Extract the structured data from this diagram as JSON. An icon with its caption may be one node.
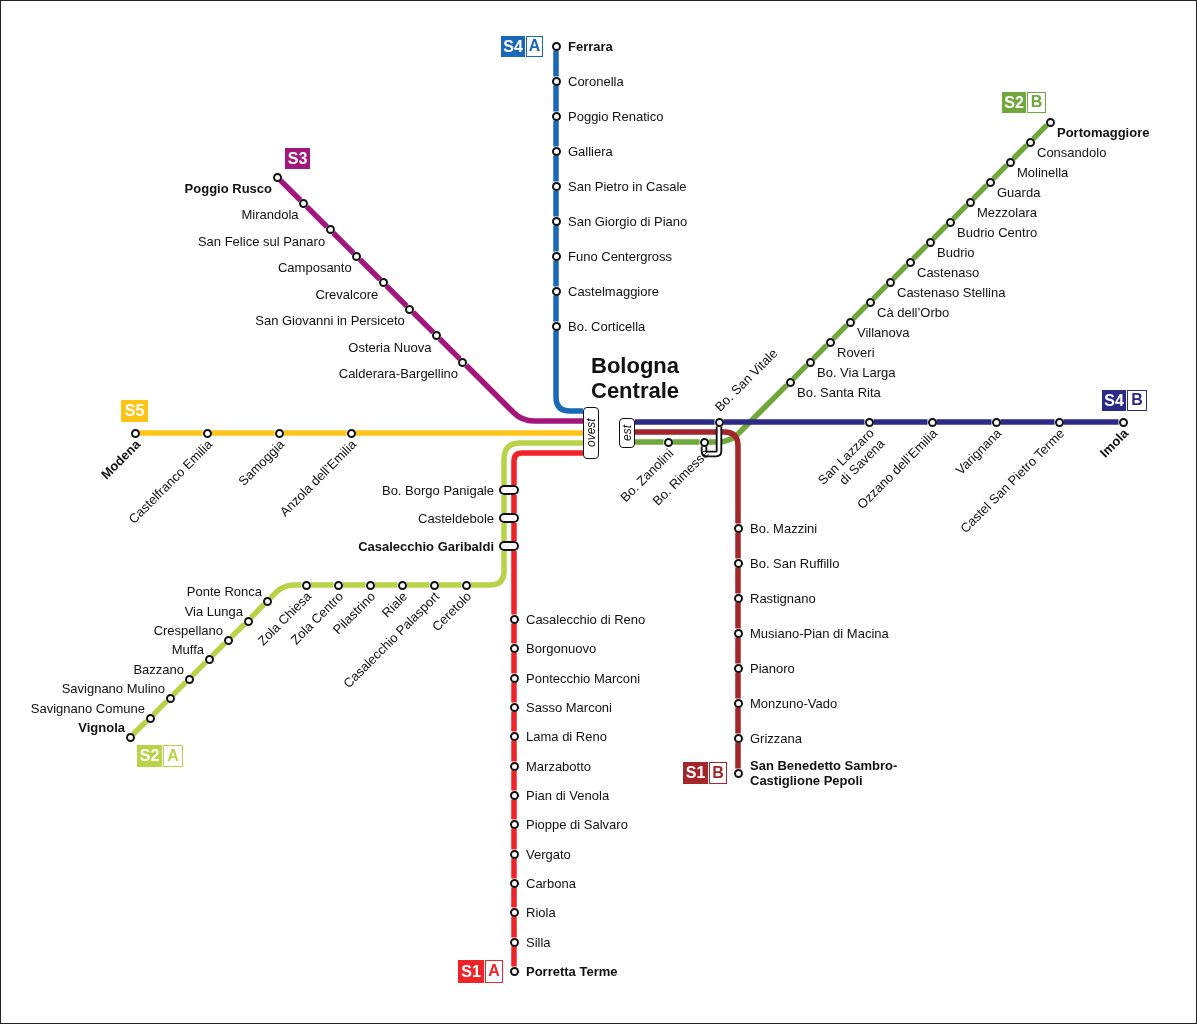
{
  "diagram": {
    "nodes": [
      {
        "text": [
          "S4"
        ]
      },
      {
        "text": [
          "A"
        ]
      },
      {
        "text": [],
        "shape": "circle",
        "beside": [
          "Ferrara"
        ]
      },
      {
        "text": [],
        "shape": "circle",
        "beside": [
          "Coronella"
        ]
      },
      {
        "text": [],
        "shape": "circle",
        "beside": [
          "Poggio Renatico"
        ]
      },
      {
        "text": [],
        "shape": "circle",
        "beside": [
          "Galliera"
        ]
      },
      {
        "text": [],
        "shape": "circle",
        "beside": [
          "San Pietro in Casale"
        ]
      },
      {
        "text": [],
        "shape": "circle",
        "beside": [
          "San Giorgio di Piano"
        ]
      },
      {
        "text": [],
        "shape": "circle",
        "beside": [
          "Funo Centergross"
        ]
      },
      {
        "text": [],
        "shape": "circle",
        "beside": [
          "Castelmaggiore"
        ]
      },
      {
        "text": [],
        "shape": "circle",
        "beside": [
          "Bo. Corticella"
        ]
      },
      {
        "text": [
          "S2"
        ]
      },
      {
        "text": [
          "B"
        ]
      },
      {
        "text": [],
        "shape": "circle",
        "beside": [
          "Portomaggiore"
        ]
      },
      {
        "text": [],
        "shape": "circle",
        "beside": [
          "Consandolo"
        ]
      },
      {
        "text": [],
        "shape": "circle",
        "beside": [
          "Molinella"
        ]
      },
      {
        "text": [],
        "shape": "circle",
        "beside": [
          "Guarda"
        ]
      },
      {
        "text": [],
        "shape": "circle",
        "beside": [
          "Mezzolara"
        ]
      },
      {
        "text": [],
        "shape": "circle",
        "beside": [
          "Budrio Centro"
        ]
      },
      {
        "text": [],
        "shape": "circle",
        "beside": [
          "Budrio"
        ]
      },
      {
        "text": [],
        "shape": "circle",
        "beside": [
          "Castenaso"
        ]
      },
      {
        "text": [],
        "shape": "circle",
        "beside": [
          "Castenaso Stellina"
        ]
      },
      {
        "text": [],
        "shape": "circle",
        "beside": [
          "Cà dell’Orbo"
        ]
      },
      {
        "text": [],
        "shape": "circle",
        "beside": [
          "Villanova"
        ]
      },
      {
        "text": [],
        "shape": "circle",
        "beside": [
          "Roveri"
        ]
      },
      {
        "text": [],
        "shape": "circle",
        "beside": [
          "Bo. Via Larga"
        ]
      },
      {
        "text": [],
        "shape": "circle",
        "beside": [
          "Bo. Santa Rita"
        ]
      },
      {
        "text": [
          "S3"
        ]
      },
      {
        "text": [],
        "shape": "circle",
        "beside": [
          "Poggio Rusco"
        ]
      },
      {
        "text": [],
        "shape": "circle",
        "beside": [
          "Mirandola"
        ]
      },
      {
        "text": [],
        "shape": "circle",
        "beside": [
          "San Felice sul Panaro"
        ]
      },
      {
        "text": [],
        "shape": "circle",
        "beside": [
          "Camposanto"
        ]
      },
      {
        "text": [],
        "shape": "circle",
        "beside": [
          "Crevalcore"
        ]
      },
      {
        "text": [],
        "shape": "circle",
        "beside": [
          "San Giovanni in Persiceto"
        ]
      },
      {
        "text": [],
        "shape": "circle",
        "beside": [
          "Osteria Nuova"
        ]
      },
      {
        "text": [],
        "shape": "circle",
        "beside": [
          "Calderara-Bargellino"
        ]
      },
      {
        "text": [
          "ovest"
        ]
      },
      {
        "text": [
          "est"
        ]
      },
      {
        "text": [
          "S5"
        ]
      },
      {
        "text": [],
        "shape": "circle",
        "beside": [
          "Modena"
        ]
      },
      {
        "text": [],
        "shape": "circle",
        "beside": [
          "Castelfranco Emilia"
        ]
      },
      {
        "text": [],
        "shape": "circle",
        "beside": [
          "Samoggia"
        ]
      },
      {
        "text": [],
        "shape": "circle",
        "beside": [
          "Anzola dell’Emilia"
        ]
      },
      {
        "text": [],
        "shape": "box",
        "beside": [
          "Bo. Borgo Panigale"
        ]
      },
      {
        "text": [],
        "shape": "box",
        "beside": [
          "Casteldebole"
        ]
      },
      {
        "text": [],
        "shape": "box",
        "beside": [
          "Casalecchio Garibaldi"
        ]
      },
      {
        "text": [],
        "shape": "circle",
        "beside": [
          "Bo. San Vitale"
        ]
      },
      {
        "text": [],
        "shape": "circle",
        "beside": [
          "San Lazzaro di Savena"
        ]
      },
      {
        "text": [],
        "shape": "circle",
        "beside": [
          "Ozzano dell’Emilia"
        ]
      },
      {
        "text": [],
        "shape": "circle",
        "beside": [
          "Varignana"
        ]
      },
      {
        "text": [],
        "shape": "circle",
        "beside": [
          "Castel San Pietro Terme"
        ]
      },
      {
        "text": [],
        "shape": "circle",
        "beside": [
          "Imola"
        ]
      },
      {
        "text": [
          "S4"
        ]
      },
      {
        "text": [
          "B"
        ]
      },
      {
        "text": [],
        "shape": "circle",
        "beside": [
          "Bo. Zanolini"
        ]
      },
      {
        "text": [],
        "shape": "circle",
        "beside": [
          "Bo. Rimesse"
        ]
      },
      {
        "text": [],
        "shape": "circle",
        "beside": [
          "Bo. Mazzini"
        ]
      },
      {
        "text": [],
        "shape": "circle",
        "beside": [
          "Bo. San Ruffillo"
        ]
      },
      {
        "text": [],
        "shape": "circle",
        "beside": [
          "Rastignano"
        ]
      },
      {
        "text": [],
        "shape": "circle",
        "beside": [
          "Musiano-Pian di Macina"
        ]
      },
      {
        "text": [],
        "shape": "circle",
        "beside": [
          "Pianoro"
        ]
      },
      {
        "text": [],
        "shape": "circle",
        "beside": [
          "Monzuno-Vado"
        ]
      },
      {
        "text": [],
        "shape": "circle",
        "beside": [
          "Grizzana"
        ]
      },
      {
        "text": [],
        "shape": "circle",
        "beside": [
          "San Benedetto Sambro-Castiglione Pepoli"
        ]
      },
      {
        "text": [
          "S1"
        ]
      },
      {
        "text": [
          "B"
        ]
      },
      {
        "text": [],
        "shape": "circle",
        "beside": [
          "Ceretolo"
        ]
      },
      {
        "text": [],
        "shape": "circle",
        "beside": [
          "Casalecchio Palasport"
        ]
      },
      {
        "text": [],
        "shape": "circle",
        "beside": [
          "Riale"
        ]
      },
      {
        "text": [],
        "shape": "circle",
        "beside": [
          "Pilastrino"
        ]
      },
      {
        "text": [],
        "shape": "circle",
        "beside": [
          "Zola Centro"
        ]
      },
      {
        "text": [],
        "shape": "circle",
        "beside": [
          "Zola Chiesa"
        ]
      },
      {
        "text": [],
        "shape": "circle",
        "beside": [
          "Ponte Ronca"
        ]
      },
      {
        "text": [],
        "shape": "circle",
        "beside": [
          "Via Lunga"
        ]
      },
      {
        "text": [],
        "shape": "circle",
        "beside": [
          "Crespellano"
        ]
      },
      {
        "text": [],
        "shape": "circle",
        "beside": [
          "Muffa"
        ]
      },
      {
        "text": [],
        "shape": "circle",
        "beside": [
          "Bazzano"
        ]
      },
      {
        "text": [],
        "shape": "circle",
        "beside": [
          "Savignano Mulino"
        ]
      },
      {
        "text": [],
        "shape": "circle",
        "beside": [
          "Savignano Comune"
        ]
      },
      {
        "text": [],
        "shape": "circle",
        "beside": [
          "Vignola"
        ]
      },
      {
        "text": [
          "S2"
        ]
      },
      {
        "text": [
          "A"
        ]
      },
      {
        "text": [],
        "shape": "circle",
        "beside": [
          "Casalecchio di Reno"
        ]
      },
      {
        "text": [],
        "shape": "circle",
        "beside": [
          "Borgonuovo"
        ]
      },
      {
        "text": [],
        "shape": "circle",
        "beside": [
          "Pontecchio Marconi"
        ]
      },
      {
        "text": [],
        "shape": "circle",
        "beside": [
          "Sasso Marconi"
        ]
      },
      {
        "text": [],
        "shape": "circle",
        "beside": [
          "Lama di Reno"
        ]
      },
      {
        "text": [],
        "shape": "circle",
        "beside": [
          "Marzabotto"
        ]
      },
      {
        "text": [],
        "shape": "circle",
        "beside": [
          "Pian di Venola"
        ]
      },
      {
        "text": [],
        "shape": "circle",
        "beside": [
          "Pioppe di Salvaro"
        ]
      },
      {
        "text": [],
        "shape": "circle",
        "beside": [
          "Vergato"
        ]
      },
      {
        "text": [],
        "shape": "circle",
        "beside": [
          "Carbona"
        ]
      },
      {
        "text": [],
        "shape": "circle",
        "beside": [
          "Riola"
        ]
      },
      {
        "text": [],
        "shape": "circle",
        "beside": [
          "Silla"
        ]
      },
      {
        "text": [],
        "shape": "circle",
        "beside": [
          "Porretta Terme"
        ]
      },
      {
        "text": [
          "S1"
        ]
      },
      {
        "text": [
          "A"
        ]
      }
    ],
    "edges": [
      {
        "from": 2,
        "to": 3,
        "arrow": "none",
        "color": "#1a68b8"
      },
      {
        "from": 3,
        "to": 4,
        "arrow": "none",
        "color": "#1a68b8"
      },
      {
        "from": 4,
        "to": 5,
        "arrow": "none",
        "color": "#1a68b8"
      },
      {
        "from": 5,
        "to": 6,
        "arrow": "none",
        "color": "#1a68b8"
      },
      {
        "from": 6,
        "to": 7,
        "arrow": "none",
        "color": "#1a68b8"
      },
      {
        "from": 7,
        "to": 8,
        "arrow": "none",
        "color": "#1a68b8"
      },
      {
        "from": 8,
        "to": 9,
        "arrow": "none",
        "color": "#1a68b8"
      },
      {
        "from": 9,
        "to": 10,
        "arrow": "none",
        "color": "#1a68b8"
      },
      {
        "from": 10,
        "to": 36,
        "arrow": "none",
        "color": "#1a68b8"
      },
      {
        "from": 28,
        "to": 29,
        "arrow": "none",
        "color": "#a3177d"
      },
      {
        "from": 29,
        "to": 30,
        "arrow": "none",
        "color": "#a3177d"
      },
      {
        "from": 30,
        "to": 31,
        "arrow": "none",
        "color": "#a3177d"
      },
      {
        "from": 31,
        "to": 32,
        "arrow": "none",
        "color": "#a3177d"
      },
      {
        "from": 32,
        "to": 33,
        "arrow": "none",
        "color": "#a3177d"
      },
      {
        "from": 33,
        "to": 34,
        "arrow": "none",
        "color": "#a3177d"
      },
      {
        "from": 34,
        "to": 35,
        "arrow": "none",
        "color": "#a3177d"
      },
      {
        "from": 35,
        "to": 36,
        "arrow": "none",
        "color": "#a3177d"
      },
      {
        "from": 39,
        "to": 40,
        "arrow": "none",
        "color": "#fcc417"
      },
      {
        "from": 40,
        "to": 41,
        "arrow": "none",
        "color": "#fcc417"
      },
      {
        "from": 41,
        "to": 42,
        "arrow": "none",
        "color": "#fcc417"
      },
      {
        "from": 42,
        "to": 36,
        "arrow": "none",
        "color": "#fcc417"
      },
      {
        "from": 79,
        "to": 78,
        "arrow": "none",
        "color": "#b8d348"
      },
      {
        "from": 78,
        "to": 77,
        "arrow": "none",
        "color": "#b8d348"
      },
      {
        "from": 77,
        "to": 76,
        "arrow": "none",
        "color": "#b8d348"
      },
      {
        "from": 76,
        "to": 75,
        "arrow": "none",
        "color": "#b8d348"
      },
      {
        "from": 75,
        "to": 74,
        "arrow": "none",
        "color": "#b8d348"
      },
      {
        "from": 74,
        "to": 73,
        "arrow": "none",
        "color": "#b8d348"
      },
      {
        "from": 73,
        "to": 72,
        "arrow": "none",
        "color": "#b8d348"
      },
      {
        "from": 72,
        "to": 71,
        "arrow": "none",
        "color": "#b8d348"
      },
      {
        "from": 71,
        "to": 70,
        "arrow": "none",
        "color": "#b8d348"
      },
      {
        "from": 70,
        "to": 69,
        "arrow": "none",
        "color": "#b8d348"
      },
      {
        "from": 69,
        "to": 68,
        "arrow": "none",
        "color": "#b8d348"
      },
      {
        "from": 68,
        "to": 67,
        "arrow": "none",
        "color": "#b8d348"
      },
      {
        "from": 67,
        "to": 66,
        "arrow": "none",
        "color": "#b8d348"
      },
      {
        "from": 66,
        "to": 45,
        "arrow": "none",
        "color": "#b8d348"
      },
      {
        "from": 45,
        "to": 44,
        "arrow": "none",
        "color": "#b8d348"
      },
      {
        "from": 44,
        "to": 43,
        "arrow": "none",
        "color": "#b8d348"
      },
      {
        "from": 43,
        "to": 36,
        "arrow": "none",
        "color": "#b8d348"
      },
      {
        "from": 94,
        "to": 93,
        "arrow": "none",
        "color": "#ee2428"
      },
      {
        "from": 93,
        "to": 92,
        "arrow": "none",
        "color": "#ee2428"
      },
      {
        "from": 92,
        "to": 91,
        "arrow": "none",
        "color": "#ee2428"
      },
      {
        "from": 91,
        "to": 90,
        "arrow": "none",
        "color": "#ee2428"
      },
      {
        "from": 90,
        "to": 89,
        "arrow": "none",
        "color": "#ee2428"
      },
      {
        "from": 89,
        "to": 88,
        "arrow": "none",
        "color": "#ee2428"
      },
      {
        "from": 88,
        "to": 87,
        "arrow": "none",
        "color": "#ee2428"
      },
      {
        "from": 87,
        "to": 86,
        "arrow": "none",
        "color": "#ee2428"
      },
      {
        "from": 86,
        "to": 85,
        "arrow": "none",
        "color": "#ee2428"
      },
      {
        "from": 85,
        "to": 84,
        "arrow": "none",
        "color": "#ee2428"
      },
      {
        "from": 84,
        "to": 83,
        "arrow": "none",
        "color": "#ee2428"
      },
      {
        "from": 83,
        "to": 82,
        "arrow": "none",
        "color": "#ee2428"
      },
      {
        "from": 82,
        "to": 45,
        "arrow": "none",
        "color": "#ee2428"
      },
      {
        "from": 45,
        "to": 44,
        "arrow": "none",
        "color": "#ee2428"
      },
      {
        "from": 44,
        "to": 43,
        "arrow": "none",
        "color": "#ee2428"
      },
      {
        "from": 43,
        "to": 36,
        "arrow": "none",
        "color": "#ee2428"
      },
      {
        "from": 37,
        "to": 54,
        "arrow": "none",
        "color": "#70a83b"
      },
      {
        "from": 54,
        "to": 55,
        "arrow": "none",
        "color": "#70a83b"
      },
      {
        "from": 55,
        "to": 26,
        "arrow": "none",
        "color": "#70a83b"
      },
      {
        "from": 26,
        "to": 25,
        "arrow": "none",
        "color": "#70a83b"
      },
      {
        "from": 25,
        "to": 24,
        "arrow": "none",
        "color": "#70a83b"
      },
      {
        "from": 24,
        "to": 23,
        "arrow": "none",
        "color": "#70a83b"
      },
      {
        "from": 23,
        "to": 22,
        "arrow": "none",
        "color": "#70a83b"
      },
      {
        "from": 22,
        "to": 21,
        "arrow": "none",
        "color": "#70a83b"
      },
      {
        "from": 21,
        "to": 20,
        "arrow": "none",
        "color": "#70a83b"
      },
      {
        "from": 20,
        "to": 19,
        "arrow": "none",
        "color": "#70a83b"
      },
      {
        "from": 19,
        "to": 18,
        "arrow": "none",
        "color": "#70a83b"
      },
      {
        "from": 18,
        "to": 17,
        "arrow": "none",
        "color": "#70a83b"
      },
      {
        "from": 17,
        "to": 16,
        "arrow": "none",
        "color": "#70a83b"
      },
      {
        "from": 16,
        "to": 15,
        "arrow": "none",
        "color": "#70a83b"
      },
      {
        "from": 15,
        "to": 14,
        "arrow": "none",
        "color": "#70a83b"
      },
      {
        "from": 14,
        "to": 13,
        "arrow": "none",
        "color": "#70a83b"
      },
      {
        "from": 37,
        "to": 46,
        "arrow": "none",
        "color": "#2b2a86"
      },
      {
        "from": 46,
        "to": 47,
        "arrow": "none",
        "color": "#2b2a86"
      },
      {
        "from": 47,
        "to": 48,
        "arrow": "none",
        "color": "#2b2a86"
      },
      {
        "from": 48,
        "to": 49,
        "arrow": "none",
        "color": "#2b2a86"
      },
      {
        "from": 49,
        "to": 50,
        "arrow": "none",
        "color": "#2b2a86"
      },
      {
        "from": 50,
        "to": 51,
        "arrow": "none",
        "color": "#2b2a86"
      },
      {
        "from": 37,
        "to": 56,
        "arrow": "none",
        "color": "#a3262a"
      },
      {
        "from": 56,
        "to": 57,
        "arrow": "none",
        "color": "#a3262a"
      },
      {
        "from": 57,
        "to": 58,
        "arrow": "none",
        "color": "#a3262a"
      },
      {
        "from": 58,
        "to": 59,
        "arrow": "none",
        "color": "#a3262a"
      },
      {
        "from": 59,
        "to": 60,
        "arrow": "none",
        "color": "#a3262a"
      },
      {
        "from": 60,
        "to": 61,
        "arrow": "none",
        "color": "#a3262a"
      },
      {
        "from": 61,
        "to": 62,
        "arrow": "none",
        "color": "#a3262a"
      },
      {
        "from": 62,
        "to": 63,
        "arrow": "none",
        "color": "#a3262a"
      },
      {
        "from": 55,
        "to": 46,
        "arrow": "none",
        "color": "#111111"
      }
    ],
    "labels": [
      "Bologna Centrale"
    ]
  }
}
